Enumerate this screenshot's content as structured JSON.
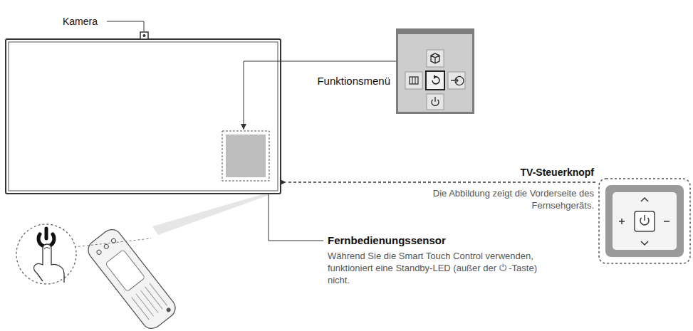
{
  "diagram": {
    "labels": [
      "Kamera",
      "Funktionsmenü",
      "TV-Steuerknopf",
      "Die Abbildung zeigt die Vorderseite des Fernsehgeräts.",
      "Fernbedienungssensor",
      "Während Sie die Smart Touch Control verwenden, funktioniert eine Standby-LED (außer der ⏻ -Taste) nicht."
    ]
  }
}
